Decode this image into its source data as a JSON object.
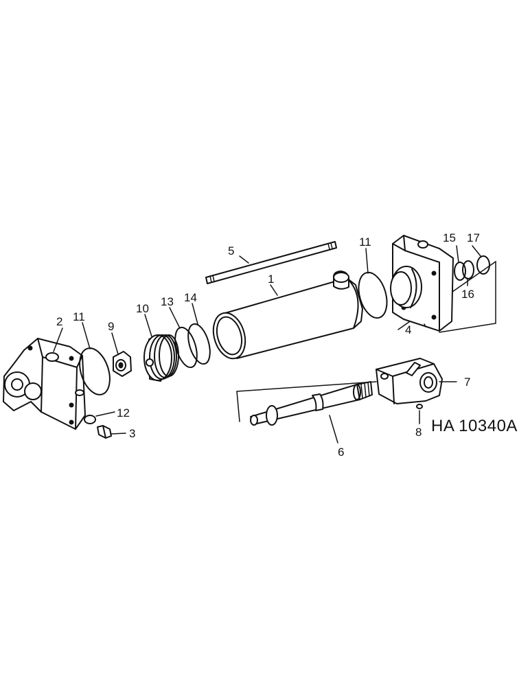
{
  "diagram": {
    "drawing_code": "HA 10340A",
    "callouts": {
      "c1": "1",
      "c2": "2",
      "c3": "3",
      "c4": "4",
      "c5": "5",
      "c6": "6",
      "c7": "7",
      "c8": "8",
      "c9": "9",
      "c10": "10",
      "c11a": "11",
      "c11b": "11",
      "c12": "12",
      "c13": "13",
      "c14": "14",
      "c15": "15",
      "c16": "16",
      "c17": "17"
    }
  }
}
